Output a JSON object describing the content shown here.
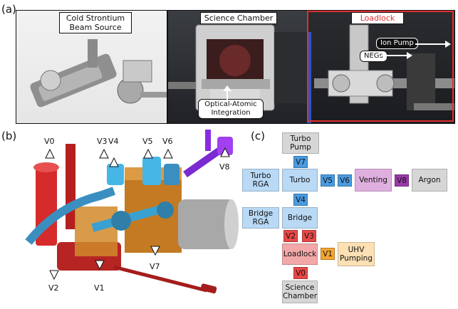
{
  "panel_labels": {
    "a": "(a)",
    "b": "(b)",
    "c": "(c)"
  },
  "panel_a": {
    "sections": {
      "beam_source": "Cold Strontium\nBeam Source",
      "science_chamber": "Science Chamber",
      "loadlock": "Loadlock"
    },
    "callouts": {
      "ion_pump": "Ion Pump",
      "negs": "NEGs",
      "optical_atomic": "Optical-Atomic\nIntegration"
    },
    "colors": {
      "loadlock_border": "#e03030",
      "chamber_blue": "#2f5bd8"
    }
  },
  "panel_b": {
    "valve_labels": {
      "v0": "V0",
      "v3": "V3",
      "v4": "V4",
      "v5": "V5",
      "v6": "V6",
      "v8": "V8",
      "v2": "V2",
      "v1": "V1",
      "v7": "V7"
    },
    "colors": {
      "red": "#d62b2b",
      "blue": "#3aa0d0",
      "orange": "#d08a2a",
      "purple": "#8a2be2",
      "gray": "#9a9a9a"
    }
  },
  "panel_c": {
    "nodes": {
      "turbo_pump": "Turbo\nPump",
      "turbo_rga": "Turbo\nRGA",
      "turbo": "Turbo",
      "venting": "Venting",
      "argon": "Argon",
      "bridge_rga": "Bridge\nRGA",
      "bridge": "Bridge",
      "loadlock": "Loadlock",
      "uhv_pumping": "UHV\nPumping",
      "science_chamber": "Science\nChamber"
    },
    "valves": {
      "v7": "V7",
      "v5": "V5",
      "v6": "V6",
      "v8": "V8",
      "v4": "V4",
      "v2": "V2",
      "v3": "V3",
      "v1": "V1",
      "v0": "V0"
    },
    "colors": {
      "gray_node": "#d6d6d6",
      "blue_node": "#b9d9f5",
      "pink_node": "#f2a8a8",
      "venting_node": "#dfb0df",
      "uhv_node": "#fde0b3",
      "blue_valve": "#4a9be0",
      "red_valve": "#e84848",
      "orange_valve": "#f5a533",
      "purple_valve": "#9a3aa8"
    }
  }
}
